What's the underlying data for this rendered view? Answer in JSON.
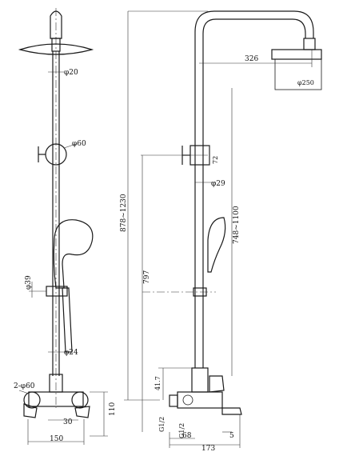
{
  "front_view": {
    "pipe_diameter": "φ20",
    "diverter_diameter": "φ60",
    "holder_diameter": "φ39",
    "handshower_diameter": "φ24",
    "valve_rosette": "2-φ60",
    "valve_depth": "30",
    "valve_height": "110",
    "width": "150"
  },
  "side_view": {
    "overall_height": "878~1230",
    "arm_reach": "326",
    "head_diameter": "φ250",
    "diverter_offset": "72",
    "bar_diameter": "φ29",
    "bar_length": "748~1100",
    "holder_height": "797",
    "outlet_offset": "41.7",
    "inlet_thread_left": "G1/2",
    "inlet_thread_right": "G1/2",
    "inlet_projection": "68",
    "spout_reach": "173",
    "spout_drop": "5"
  }
}
